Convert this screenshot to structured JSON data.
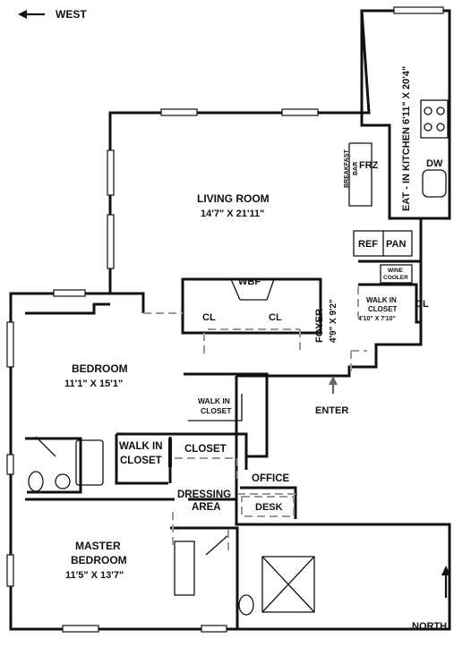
{
  "compass": {
    "west": "WEST",
    "north": "NORTH"
  },
  "rooms": {
    "living_room": {
      "name": "LIVING ROOM",
      "size": "14'7\" X 21'11\""
    },
    "bedroom": {
      "name": "BEDROOM",
      "size": "11'1\" X 15'1\""
    },
    "master_bedroom": {
      "name_line1": "MASTER",
      "name_line2": "BEDROOM",
      "size": "11'5\" X 13'7\""
    },
    "kitchen": {
      "name": "EAT - IN KITCHEN 6'11\" X 20'4\""
    },
    "foyer": {
      "name": "FOYER",
      "size": "4'9\" X 9'2\""
    },
    "walk_in_closet_foyer": {
      "line1": "WALK IN",
      "line2": "CLOSET",
      "size": "4'10\" X 7'10\""
    },
    "walk_in_closet_bedroom": {
      "line1": "WALK IN",
      "line2": "CLOSET"
    },
    "walk_in_closet_dressing": {
      "line1": "WALK IN",
      "line2": "CLOSET"
    },
    "closet": "CLOSET",
    "office": "OFFICE",
    "desk": "DESK",
    "dressing_area": {
      "line1": "DRESSING",
      "line2": "AREA"
    }
  },
  "fixtures": {
    "wbf": "WBF",
    "cl": "CL",
    "breakfast_line1": "BREAKFAST",
    "breakfast_line2": "BAR",
    "frz": "FRZ",
    "dw": "DW",
    "ref": "REF",
    "pan": "PAN",
    "wine_line1": "WINE",
    "wine_line2": "COOLER"
  },
  "entry": "ENTER",
  "colors": {
    "walls": "#111111",
    "dashed_lines": "#9a9a9a",
    "enter_text": "#666666",
    "desk_text": "#9a9a9a"
  }
}
